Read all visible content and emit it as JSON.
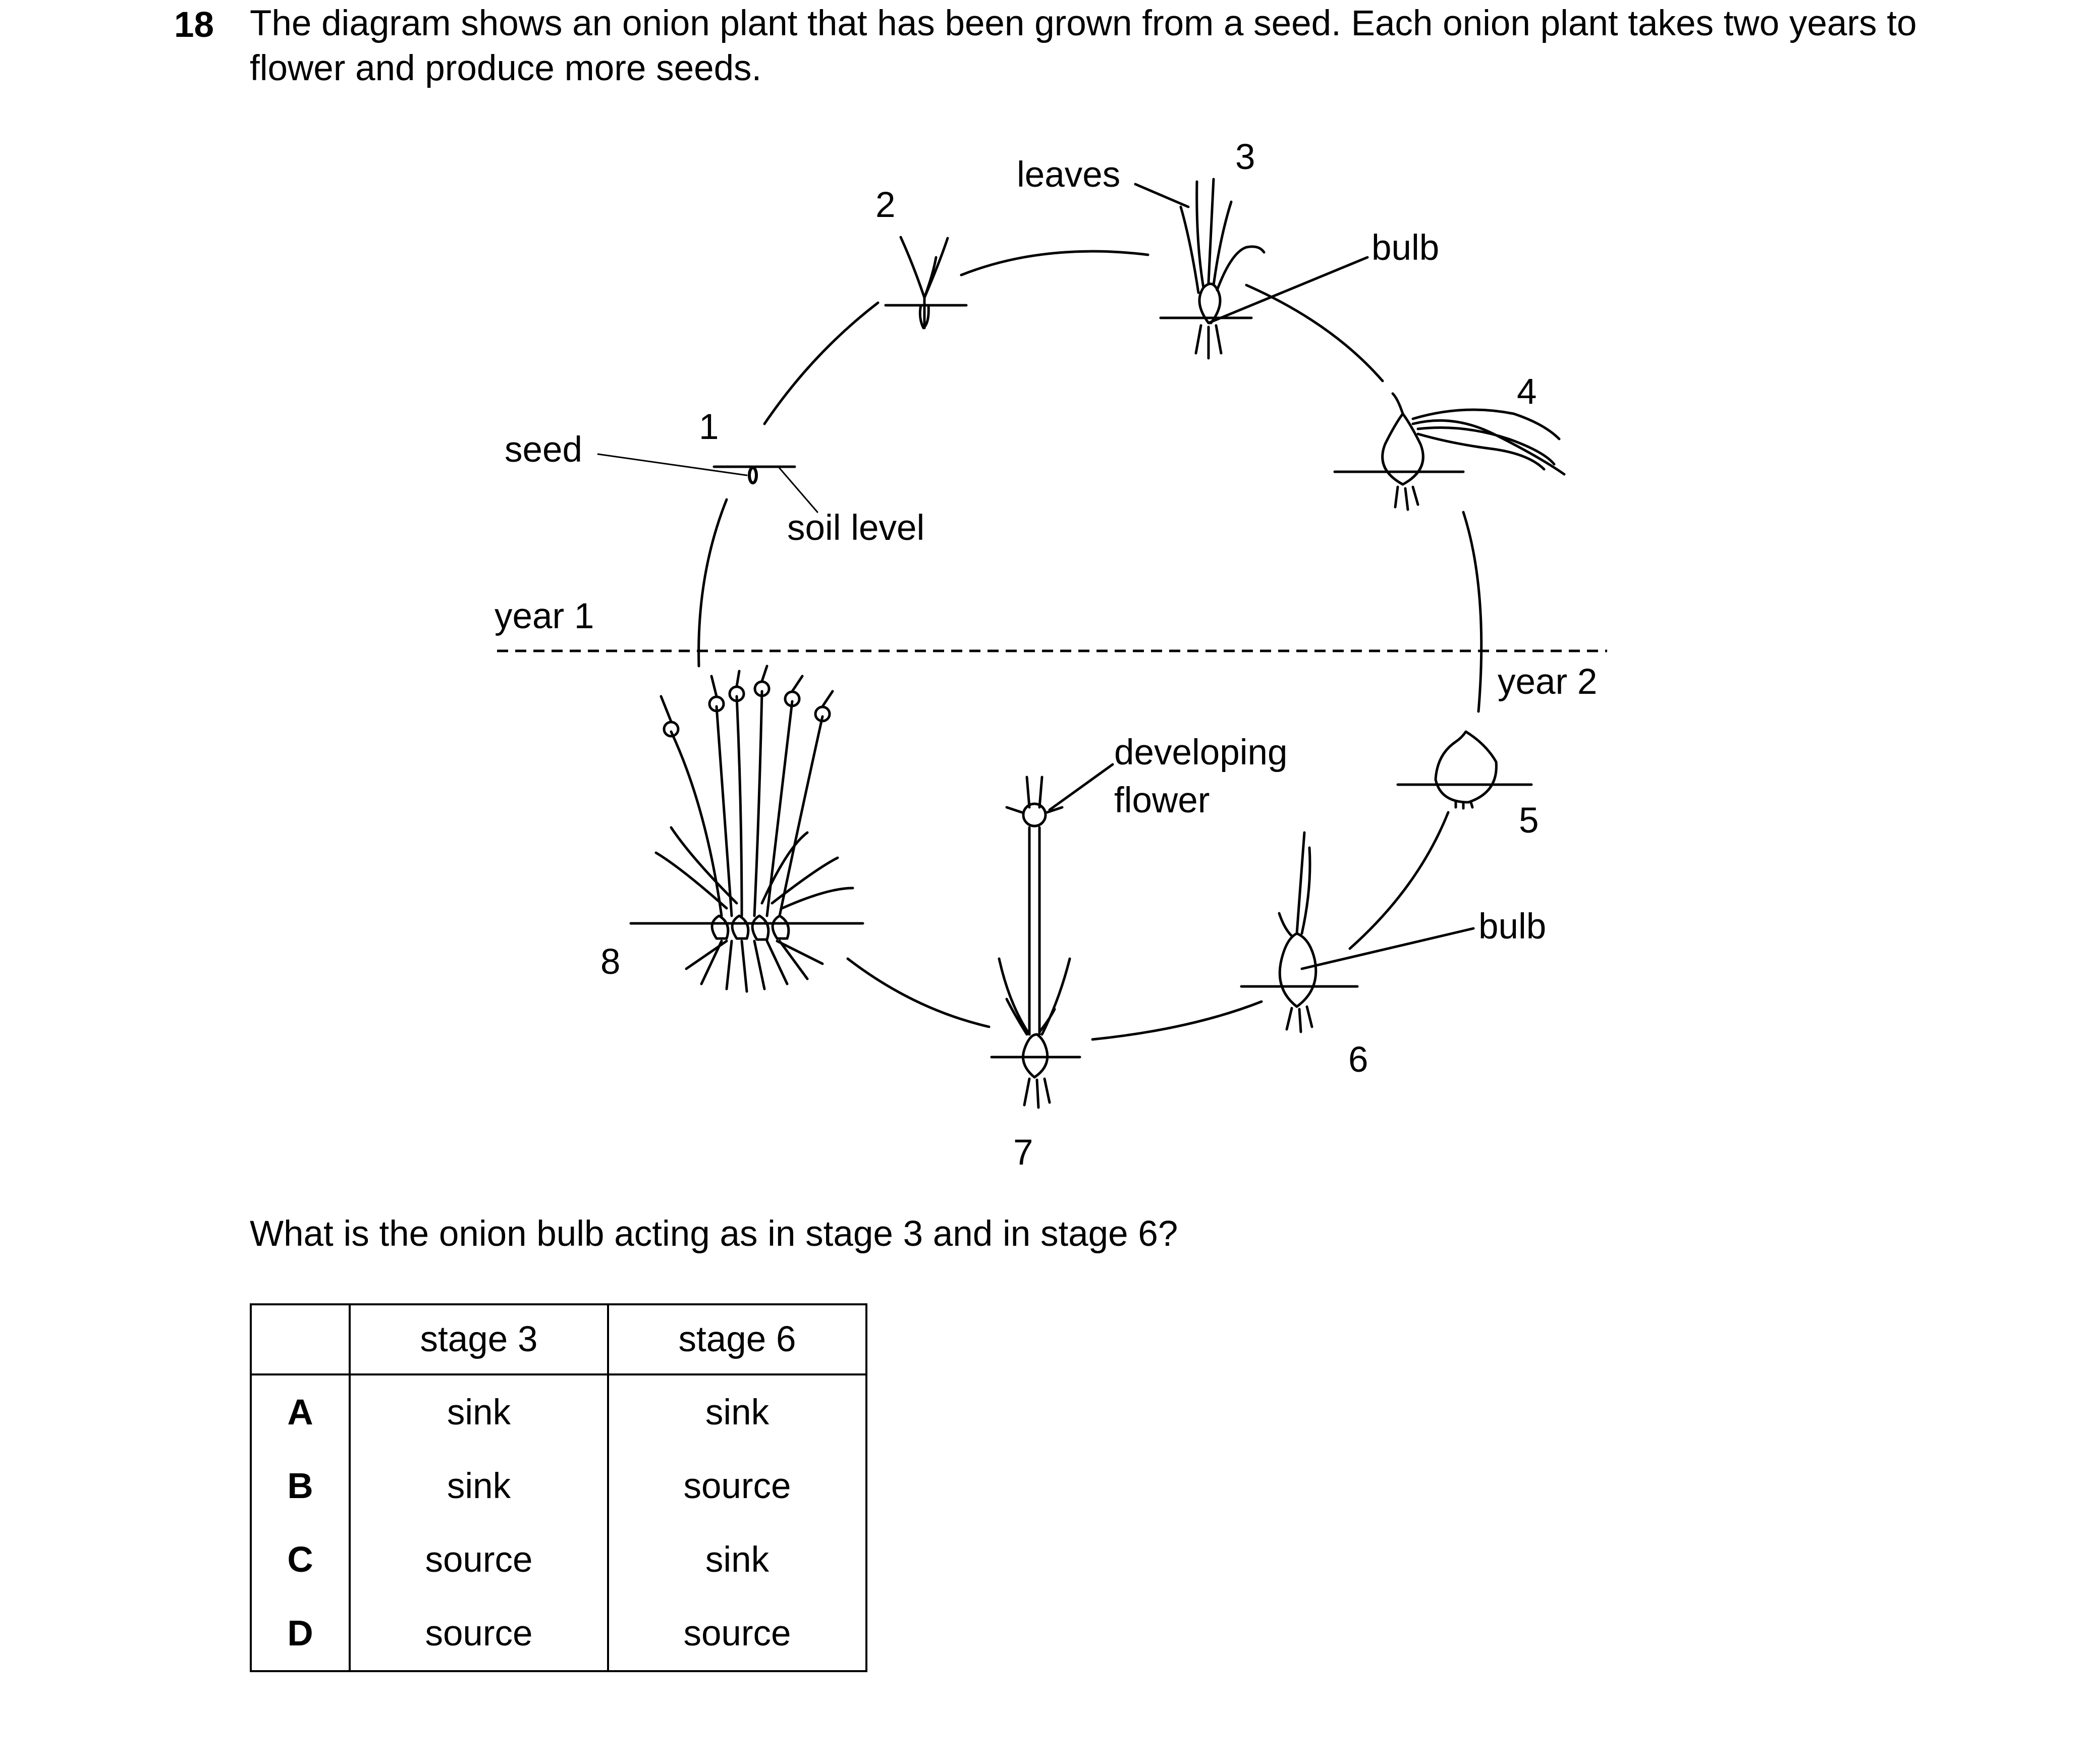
{
  "question": {
    "number": "18",
    "intro": "The diagram shows an onion plant that has been grown from a seed. Each onion plant takes two years to flower and produce more seeds.",
    "prompt": "What is the onion bulb acting as in stage 3 and in stage 6?"
  },
  "diagram": {
    "stages": [
      "1",
      "2",
      "3",
      "4",
      "5",
      "6",
      "7",
      "8"
    ],
    "labels": {
      "seed": "seed",
      "soil_level": "soil level",
      "leaves": "leaves",
      "bulb_top": "bulb",
      "bulb_bottom": "bulb",
      "year1": "year 1",
      "year2": "year 2",
      "developing": "developing",
      "flower": "flower"
    }
  },
  "table": {
    "headers": [
      "",
      "stage 3",
      "stage 6"
    ],
    "rows": [
      {
        "letter": "A",
        "stage3": "sink",
        "stage6": "sink"
      },
      {
        "letter": "B",
        "stage3": "sink",
        "stage6": "source"
      },
      {
        "letter": "C",
        "stage3": "source",
        "stage6": "sink"
      },
      {
        "letter": "D",
        "stage3": "source",
        "stage6": "source"
      }
    ]
  }
}
